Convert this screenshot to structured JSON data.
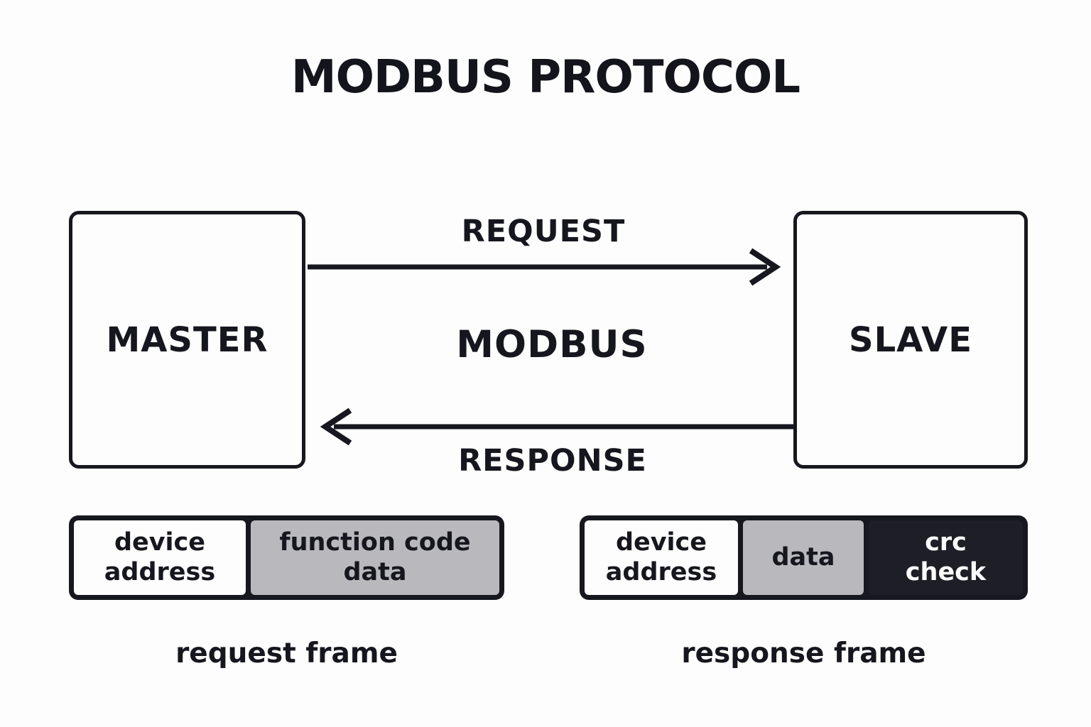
{
  "title": "MODBUS PROTOCOL",
  "nodes": {
    "master": "MASTER",
    "slave": "SLAVE"
  },
  "flows": {
    "request": "REQUEST",
    "bus": "MODBUS",
    "response": "RESPONSE"
  },
  "request_frame": {
    "caption": "request frame",
    "cells": [
      {
        "label": "device address",
        "color": "white"
      },
      {
        "label": "function code data",
        "color": "gray"
      }
    ]
  },
  "response_frame": {
    "caption": "response frame",
    "cells": [
      {
        "label": "device address",
        "color": "white"
      },
      {
        "label": "data",
        "color": "gray"
      },
      {
        "label": "crc check",
        "color": "dark"
      }
    ]
  },
  "colors": {
    "ink": "#16161e",
    "gray_cell": "#b9b9bd",
    "dark_cell": "#1d1e26",
    "background": "#fdfdfd"
  }
}
